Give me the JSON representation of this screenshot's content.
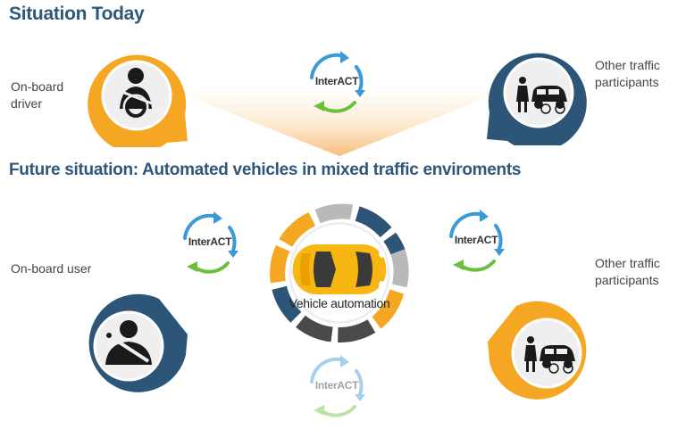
{
  "header": {
    "today_title": "Situation Today",
    "future_title": "Future situation: Automated vehicles in mixed traffic enviroments"
  },
  "today": {
    "driver_label": "On-board driver",
    "others_label": "Other traffic participants"
  },
  "future": {
    "user_label": "On-board user",
    "others_label": "Other traffic participants",
    "hub_label": "Vehicle automation"
  },
  "interact_label": "InterACT",
  "colors": {
    "heading": "#2f5779",
    "orange": "#f5a623",
    "navy": "#2d5577",
    "dark_gray": "#4a4a4a",
    "light_gray": "#b9b9b9",
    "cycle_blue": "#3a9ad6",
    "cycle_green": "#6cbf3b",
    "car_yellow": "#f8b613"
  },
  "icons": [
    "steering-driver-icon",
    "pedestrian-car-bicycle-icon",
    "seatbelt-passenger-icon",
    "cycle-arrows-icon",
    "car-top-view-icon"
  ]
}
